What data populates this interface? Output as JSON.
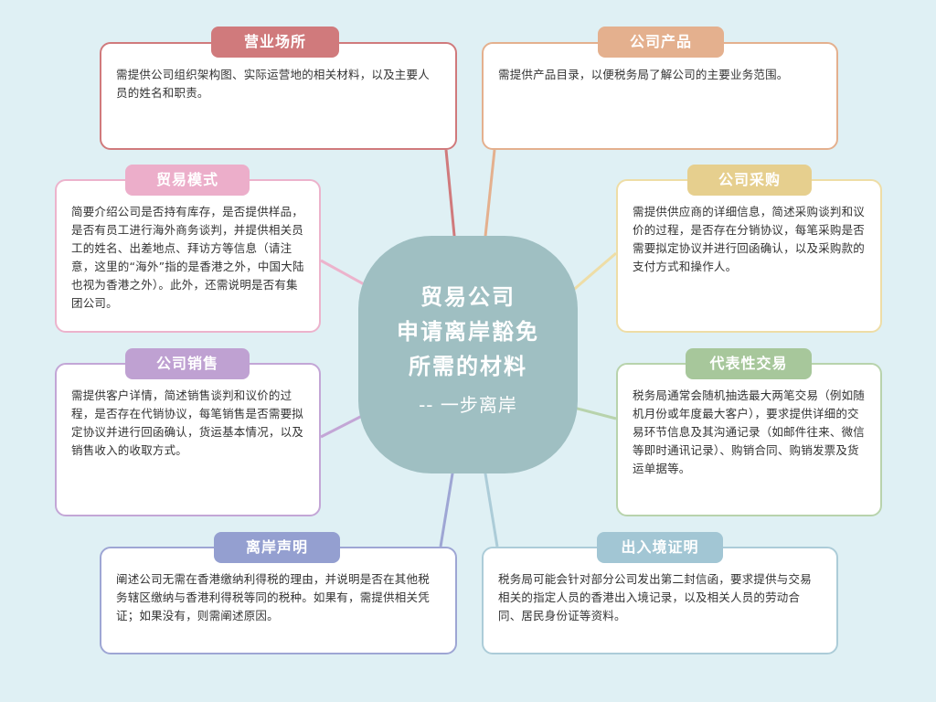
{
  "center": {
    "title_lines": [
      "贸易公司",
      "申请离岸豁免",
      "所需的材料"
    ],
    "subtitle": "-- 一步离岸",
    "color": "#9fbfc2"
  },
  "nodes": [
    {
      "id": "yyc",
      "title": "营业场所",
      "text": "需提供公司组织架构图、实际运营地的相关材料，以及主要人员的姓名和职责。",
      "color": "#d07a7c"
    },
    {
      "id": "gscp",
      "title": "公司产品",
      "text": "需提供产品目录，以便税务局了解公司的主要业务范围。",
      "color": "#e4b08e"
    },
    {
      "id": "myms",
      "title": "贸易模式",
      "text": "简要介绍公司是否持有库存，是否提供样品，是否有员工进行海外商务谈判，并提供相关员工的姓名、出差地点、拜访方等信息（请注意，这里的“海外”指的是香港之外，中国大陆也视为香港之外）。此外，还需说明是否有集团公司。",
      "color": "#ecaeca"
    },
    {
      "id": "gscg",
      "title": "公司采购",
      "text": "需提供供应商的详细信息，简述采购谈判和议价的过程，是否存在分销协议，每笔采购是否需要拟定协议并进行回函确认，以及采购款的支付方式和操作人。",
      "color": "#e6cf8e"
    },
    {
      "id": "gsxs",
      "title": "公司销售",
      "text": "需提供客户详情，简述销售谈判和议价的过程，是否存在代销协议，每笔销售是否需要拟定协议并进行回函确认，货运基本情况，以及销售收入的收取方式。",
      "color": "#bfa1d2"
    },
    {
      "id": "dbxjy",
      "title": "代表性交易",
      "text": "税务局通常会随机抽选最大两笔交易（例如随机月份或年度最大客户），要求提供详细的交易环节信息及其沟通记录（如邮件往来、微信等即时通讯记录）、购销合同、购销发票及货运单据等。",
      "color": "#a7c79b"
    },
    {
      "id": "lasm",
      "title": "离岸声明",
      "text": "阐述公司无需在香港缴纳利得税的理由，并说明是否在其他税务辖区缴纳与香港利得税等同的税种。如果有，需提供相关凭证；如果没有，则需阐述原因。",
      "color": "#949fd0"
    },
    {
      "id": "crjzm",
      "title": "出入境证明",
      "text": "税务局可能会针对部分公司发出第二封信函，要求提供与交易相关的指定人员的香港出入境记录，以及相关人员的劳动合同、居民身份证等资料。",
      "color": "#a2c6d4"
    }
  ]
}
